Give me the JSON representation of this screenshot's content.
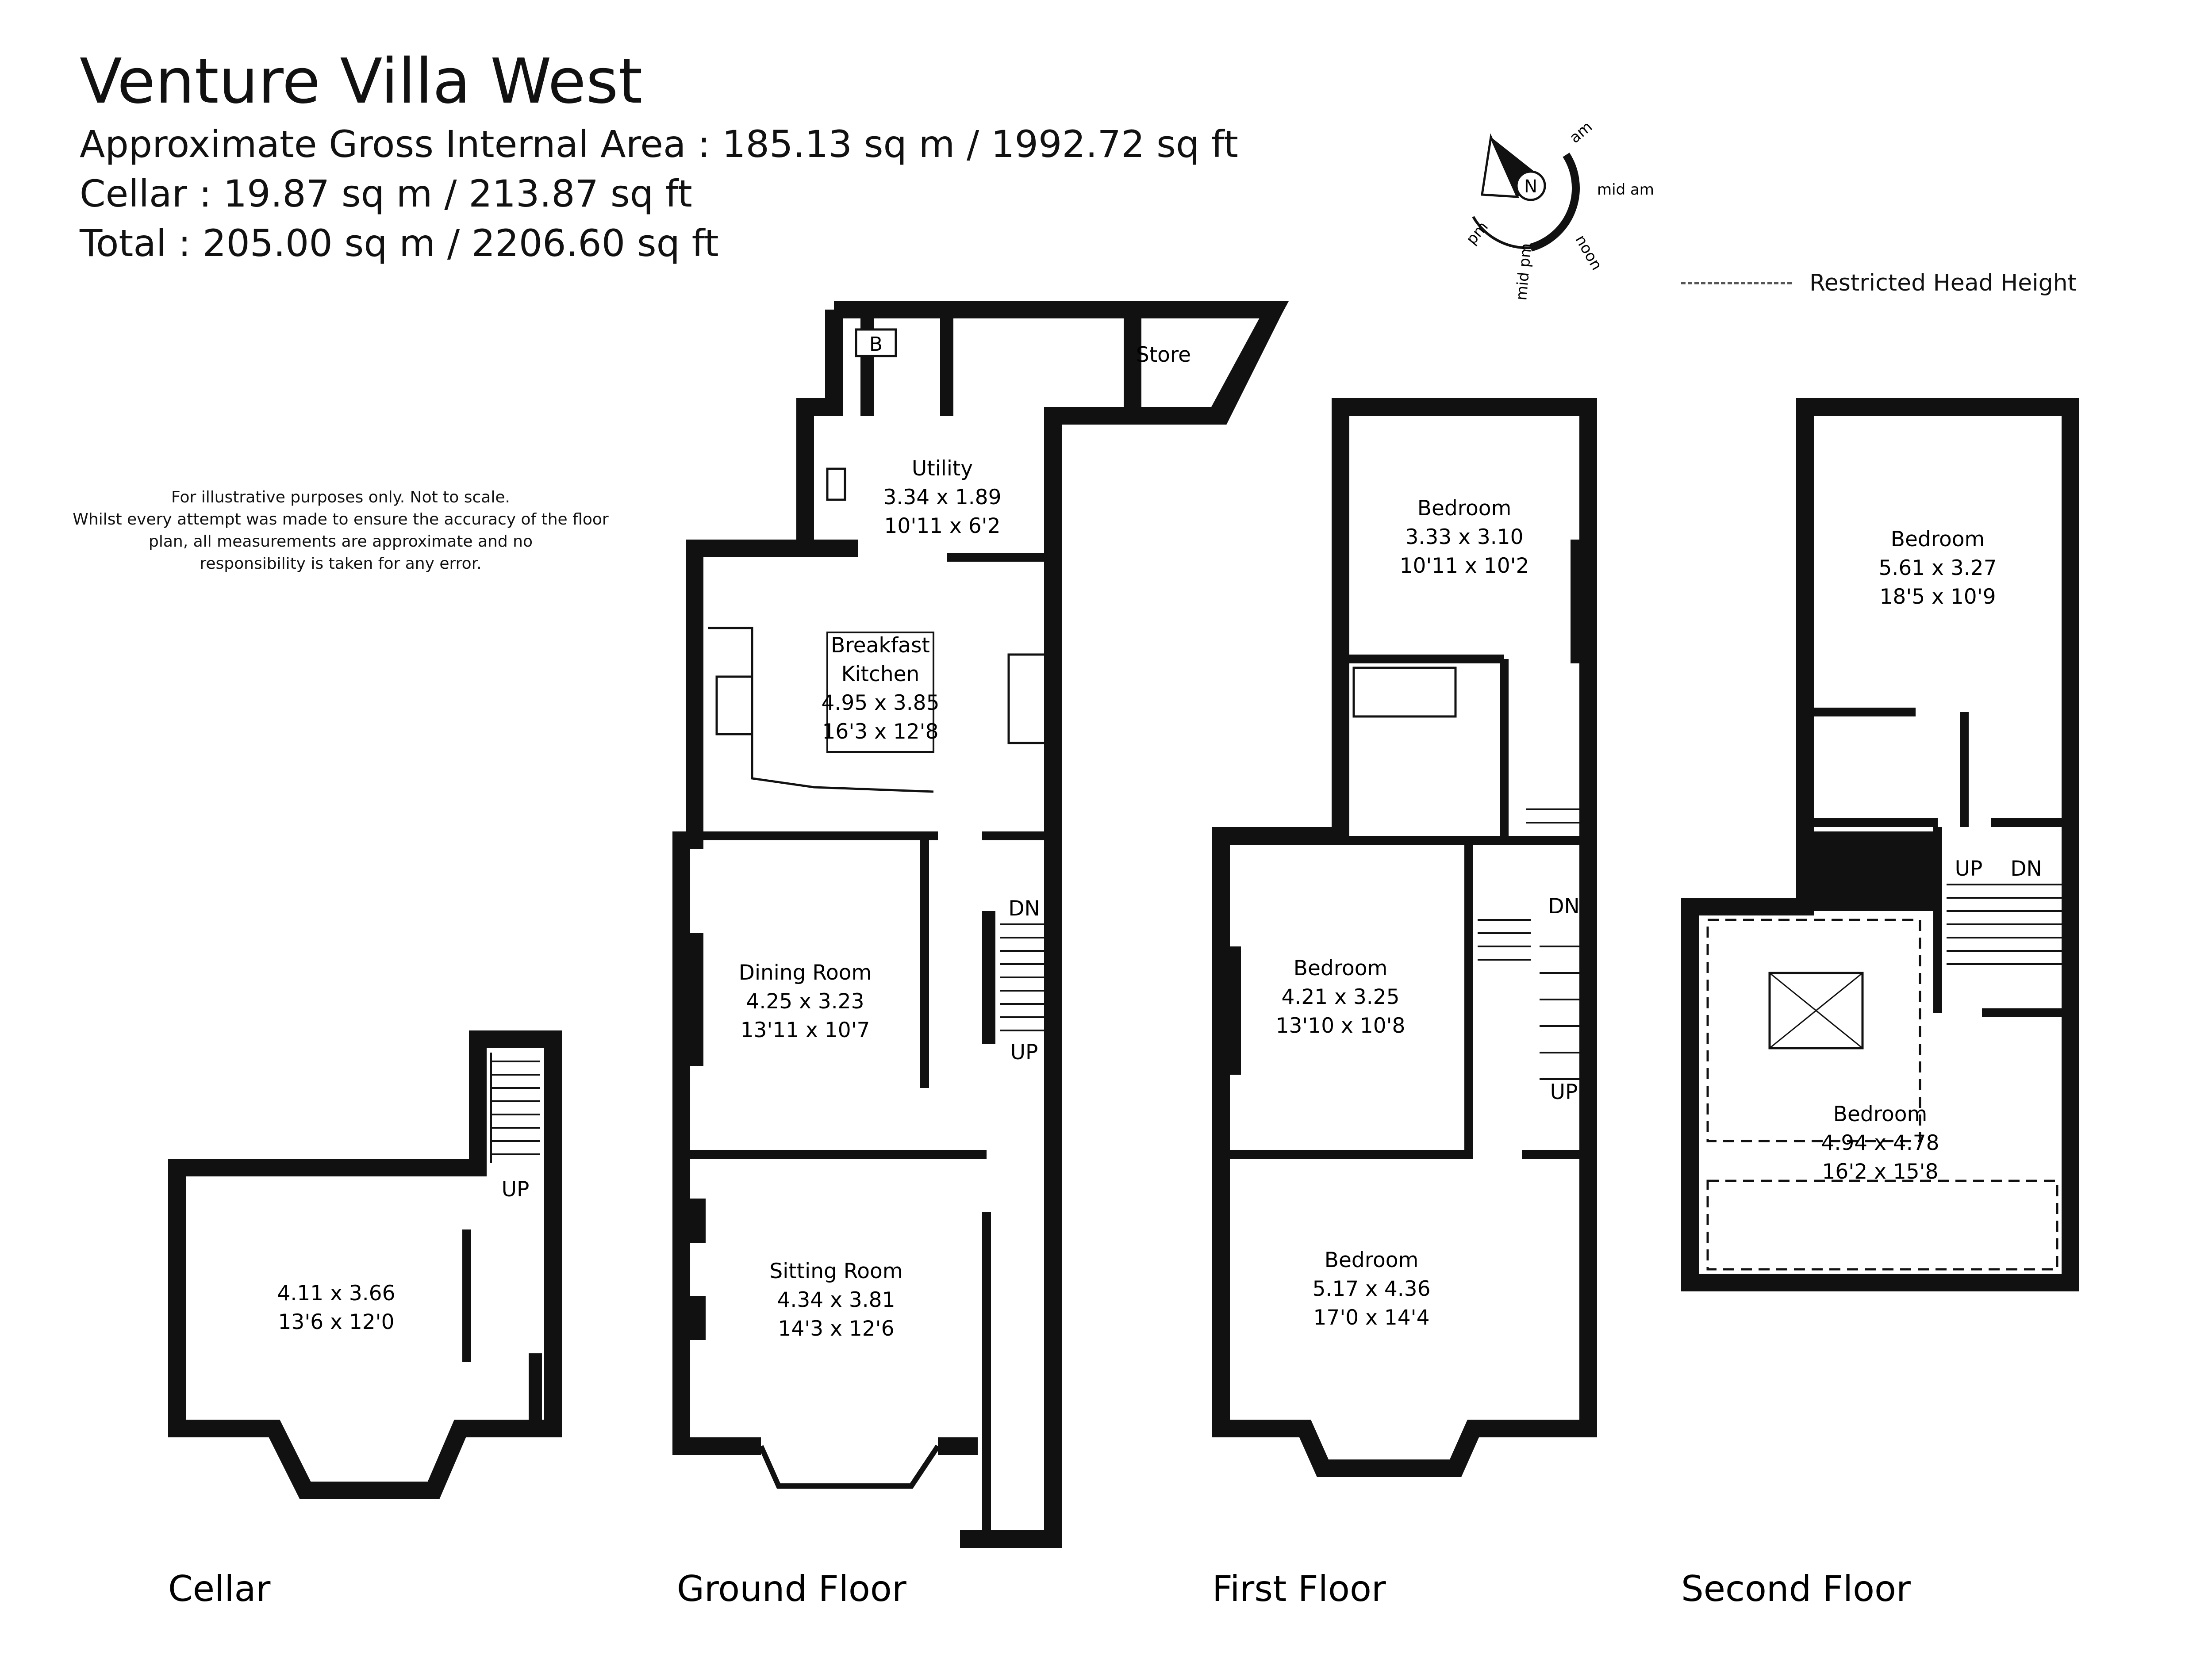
{
  "header": {
    "title": "Venture Villa West",
    "lines": [
      "Approximate Gross Internal Area : 185.13 sq m / 1992.72 sq ft",
      "Cellar : 19.87 sq m / 213.87 sq ft",
      "Total : 205.00 sq m / 2206.60 sq ft"
    ]
  },
  "disclaimer": [
    "For illustrative purposes only. Not to scale.",
    "Whilst every attempt was made to ensure the accuracy of the floor",
    "plan, all measurements are approximate and no",
    "responsibility is taken for any error."
  ],
  "legend": {
    "restricted": "Restricted Head Height"
  },
  "compass": {
    "north": "N",
    "am": "am",
    "mid_am": "mid am",
    "noon": "noon",
    "mid_pm": "mid pm",
    "pm": "pm"
  },
  "floors": {
    "cellar": "Cellar",
    "ground": "Ground Floor",
    "first": "First Floor",
    "second": "Second Floor"
  },
  "rooms": {
    "cellar_main": {
      "dims_m": "4.11 x 3.66",
      "dims_ft": "13'6 x 12'0"
    },
    "store": {
      "name": "Store"
    },
    "boiler": {
      "name": "B"
    },
    "utility": {
      "name": "Utility",
      "dims_m": "3.34 x 1.89",
      "dims_ft": "10'11 x 6'2"
    },
    "kitchen": {
      "name1": "Breakfast",
      "name2": "Kitchen",
      "dims_m": "4.95 x 3.85",
      "dims_ft": "16'3 x 12'8"
    },
    "dining": {
      "name": "Dining Room",
      "dims_m": "4.25 x 3.23",
      "dims_ft": "13'11 x 10'7"
    },
    "sitting": {
      "name": "Sitting Room",
      "dims_m": "4.34 x 3.81",
      "dims_ft": "14'3 x 12'6"
    },
    "ff_bed_rear": {
      "name": "Bedroom",
      "dims_m": "3.33 x 3.10",
      "dims_ft": "10'11 x 10'2"
    },
    "ff_bed_mid": {
      "name": "Bedroom",
      "dims_m": "4.21 x 3.25",
      "dims_ft": "13'10 x 10'8"
    },
    "ff_bed_front": {
      "name": "Bedroom",
      "dims_m": "5.17 x 4.36",
      "dims_ft": "17'0 x 14'4"
    },
    "sf_bed_rear": {
      "name": "Bedroom",
      "dims_m": "5.61 x 3.27",
      "dims_ft": "18'5 x 10'9"
    },
    "sf_bed_front": {
      "name": "Bedroom",
      "dims_m": "4.94 x 4.78",
      "dims_ft": "16'2 x 15'8"
    }
  },
  "stairs": {
    "up": "UP",
    "dn": "DN"
  }
}
